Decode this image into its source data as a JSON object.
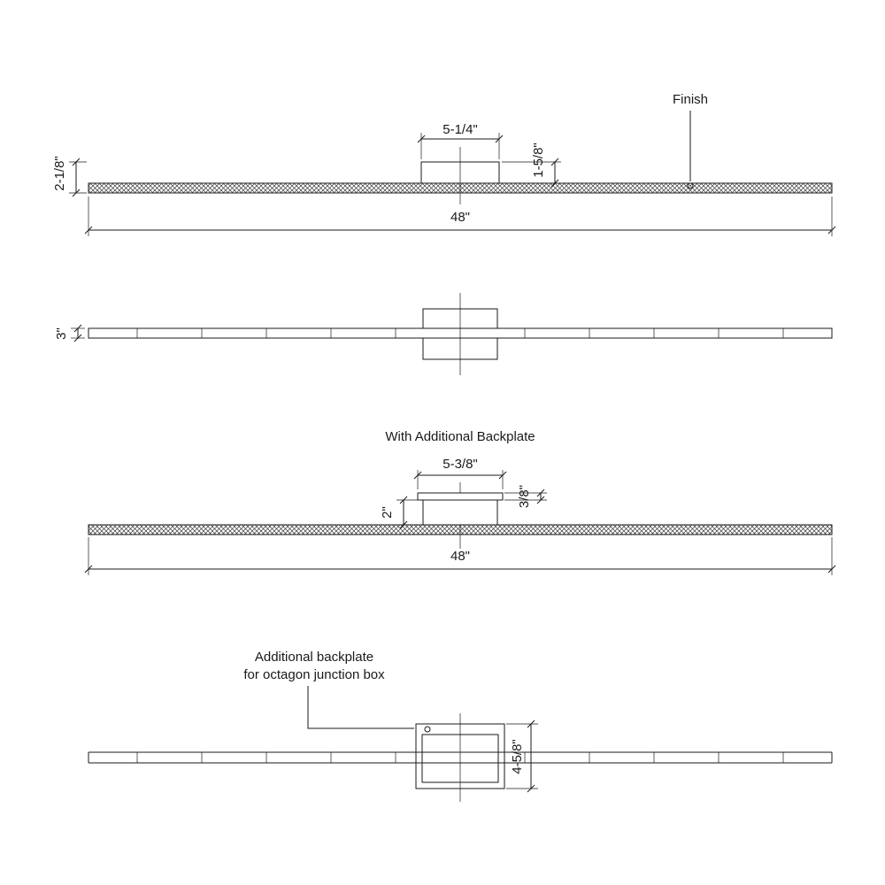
{
  "views": {
    "side": {
      "finish_label": "Finish",
      "dim_box_width": "5-1/4\"",
      "dim_box_height": "1-5/8\"",
      "dim_total_height": "2-1/8\"",
      "dim_overall_width": "48\""
    },
    "front": {
      "dim_bar_height": "3\""
    },
    "side_backplate": {
      "title": "With Additional Backplate",
      "dim_backplate_width": "5-3/8\"",
      "dim_box_height": "2\"",
      "dim_backplate_thickness": "3/8\"",
      "dim_overall_width": "48\""
    },
    "front_backplate": {
      "note_line1": "Additional backplate",
      "note_line2": "for octagon junction box",
      "dim_backplate_height": "4-5/8\""
    }
  },
  "colors": {
    "ink": "#1a1a1a",
    "paper": "#ffffff"
  }
}
